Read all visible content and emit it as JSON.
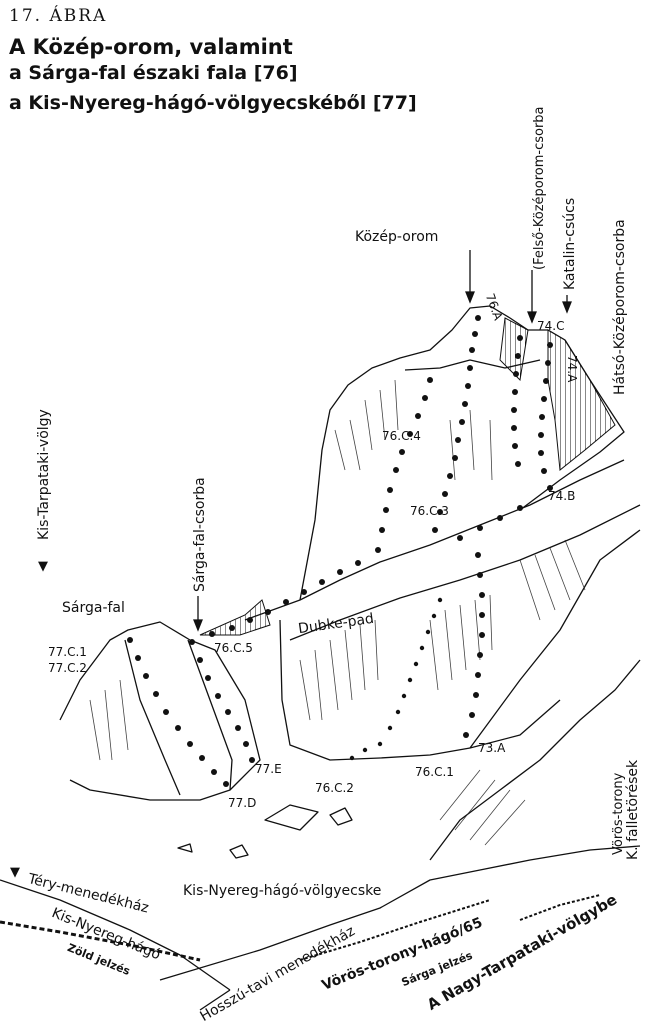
{
  "figure": {
    "number": "17. ÁBRA",
    "title_line1": "A Közép-orom, valamint",
    "title_line2": "a Sárga-fal északi fala [76]",
    "title_line3": "a Kis-Nyereg-hágó-völgyecskéből [77]"
  },
  "labels": {
    "kozep_orom": "Közép-orom",
    "felso_csorba": "(Felső-Középorom-csorba",
    "katalin": "Katalin-csúcs",
    "hatso_csorba": "Hátsó-Középorom-csorba",
    "kis_tarpataki": "Kis-Tarpataki-völgy",
    "sarga_csorba": "Sárga-fal-csorba",
    "sarga_fal": "Sárga-fal",
    "dubke": "Dubke-pad",
    "kis_nyereg_volgy": "Kis-Nyereg-hágó-völgyecske",
    "tery": "Téry-menedékház",
    "kis_nyereg_hago": "Kis-Nyereg-hágó",
    "zold": "Zöld jelzés",
    "hosszu": "Hosszú-tavi menedékház",
    "voros_hago": "Vörös-torony-hágó/65",
    "sarga_jelzes": "Sárga jelzés",
    "nagy_tarpataki": "A Nagy-Tarpataki-völgybe",
    "voros_torony": "Vörös-torony",
    "falletoresek": "K. falletörések",
    "arrow": "▼"
  },
  "route_codes": {
    "r76A": "76.A",
    "r74C": "74.C",
    "r74A": "74.A",
    "r76C4": "76.C.4",
    "r76C3": "76.C.3",
    "r74B": "74.B",
    "r77C1": "77.C.1",
    "r77C2": "77.C.2",
    "r76C5": "76.C.5",
    "r77E": "77.E",
    "r77D": "77.D",
    "r76C2": "76.C.2",
    "r76C1": "76.C.1",
    "r73A": "73.A"
  }
}
